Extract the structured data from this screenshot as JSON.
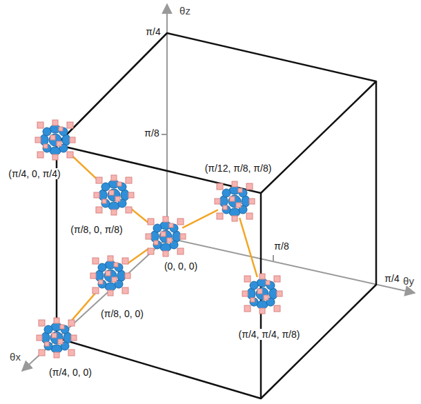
{
  "diagram": {
    "nodes": [
      {
        "text": [
          "(π/4, 0, π/4)"
        ]
      },
      {
        "text": [
          "(π/8, 0, π/8)"
        ]
      },
      {
        "text": [
          "(0, 0, 0)"
        ]
      },
      {
        "text": [
          "(π/12, π/8, π/8)"
        ]
      },
      {
        "text": [
          "(π/8, 0, 0)"
        ]
      },
      {
        "text": [
          "(π/4, π/4, π/8)"
        ]
      },
      {
        "text": [
          "(π/4, 0, 0)"
        ]
      }
    ],
    "edges": [
      {
        "from": 0,
        "to": 1,
        "arrow": "none"
      },
      {
        "from": 1,
        "to": 2,
        "arrow": "none"
      },
      {
        "from": 2,
        "to": 4,
        "arrow": "none"
      },
      {
        "from": 4,
        "to": 6,
        "arrow": "none"
      },
      {
        "from": 2,
        "to": 3,
        "arrow": "none"
      },
      {
        "from": 3,
        "to": 5,
        "arrow": "none"
      }
    ],
    "labels": [
      "θz",
      "π/4",
      "π/8",
      "π/8",
      "π/4",
      "θy",
      "θx"
    ]
  }
}
